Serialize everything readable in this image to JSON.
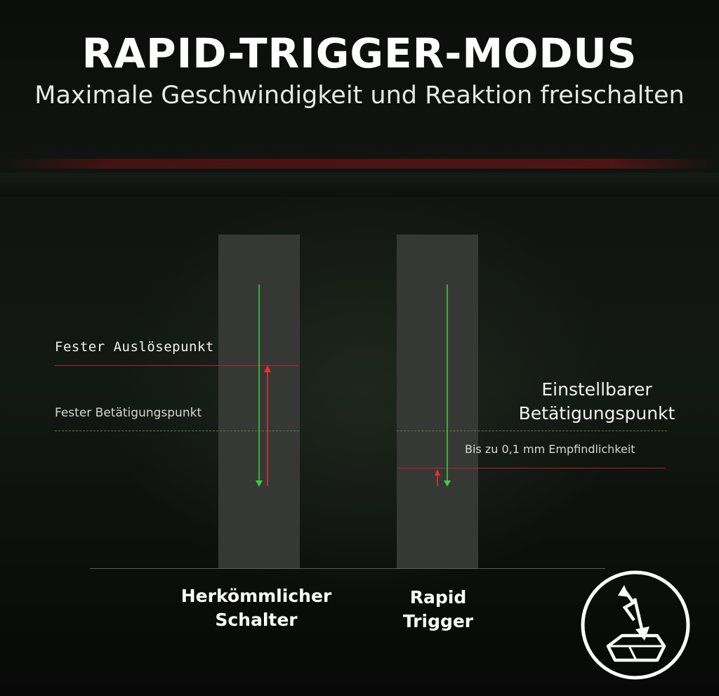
{
  "header": {
    "title": "RAPID-TRIGGER-MODUS",
    "subtitle": "Maximale Geschwindigkeit und Reaktion freischalten"
  },
  "diagram": {
    "fixed_reset_point_label": "Fester Auslösepunkt",
    "fixed_actuation_point_label": "Fester Betätigungspunkt",
    "adjustable_actuation_label_line1": "Einstellbarer",
    "adjustable_actuation_label_line2": "Betätigungspunkt",
    "sensitivity_label": "Bis zu 0,1 mm Empfindlichkeit",
    "conventional_switch_line1": "Herkömmlicher",
    "conventional_switch_line2": "Schalter",
    "rapid_trigger_line1": "Rapid",
    "rapid_trigger_line2": "Trigger",
    "icon": "rapid-trigger-keycap-icon"
  },
  "colors": {
    "press_arrow": "#3ecb3e",
    "release_arrow": "#e53030",
    "actuation_line": "#3a8a3a",
    "reset_line": "#b52525",
    "column_bar": "#363836"
  }
}
